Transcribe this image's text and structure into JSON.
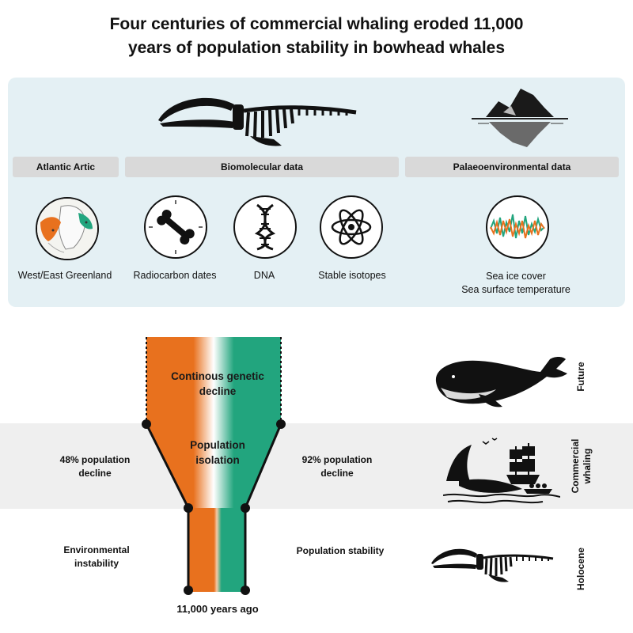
{
  "title": {
    "line1": "Four centuries of commercial whaling eroded 11,000",
    "line2": "years of population stability in bowhead whales"
  },
  "panel": {
    "headers": {
      "region": "Atlantic Artic",
      "biomolecular": "Biomolecular data",
      "palaeo": "Palaeoenvironmental data"
    },
    "captions": {
      "greenland": "West/East Greenland",
      "radiocarbon": "Radiocarbon dates",
      "dna": "DNA",
      "isotopes": "Stable isotopes",
      "sea_ice": "Sea ice cover",
      "sst": "Sea surface temperature"
    }
  },
  "funnel": {
    "top_text_1": "Continous genetic",
    "top_text_2": "decline",
    "mid_text_1": "Population",
    "mid_text_2": "isolation",
    "bottom_label": "11,000 years ago",
    "colors": {
      "left": "#e8711e",
      "right": "#22a57e"
    }
  },
  "labels": {
    "left_decline_1": "48% population",
    "left_decline_2": "decline",
    "right_decline_1": "92% population",
    "right_decline_2": "decline",
    "env_1": "Environmental",
    "env_2": "instability",
    "stability": "Population stability"
  },
  "periods": {
    "future": "Future",
    "commercial_1": "Commercial",
    "commercial_2": "whaling",
    "holocene": "Holocene"
  },
  "icons": {
    "top_whale": "whale-skeleton-icon",
    "iceberg": "iceberg-icon",
    "map": "greenland-map-icon",
    "bone": "bone-icon",
    "dna": "dna-helix-icon",
    "atom": "atom-icon",
    "waves": "climate-signal-icon",
    "future_whale": "bowhead-whale-icon",
    "whaling_scene": "whaling-ship-icon",
    "holocene_whale": "whale-skeleton-icon"
  }
}
